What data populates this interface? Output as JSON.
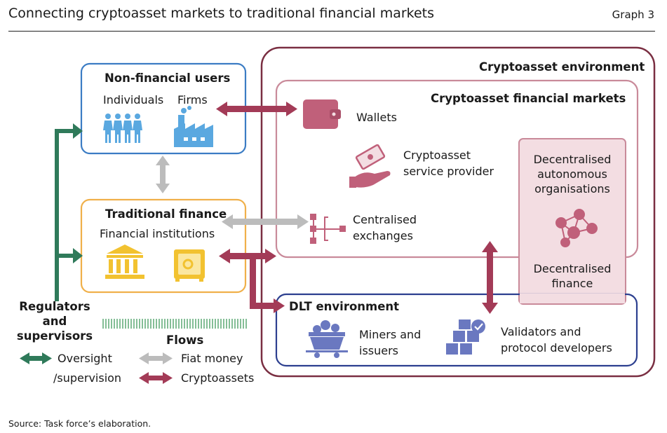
{
  "header": {
    "title": "Connecting cryptoasset markets to traditional financial markets",
    "graph_label": "Graph 3"
  },
  "non_financial": {
    "title": "Non-financial users",
    "individuals": "Individuals",
    "firms": "Firms"
  },
  "traditional": {
    "title": "Traditional finance",
    "subtitle": "Financial institutions"
  },
  "crypto_env": {
    "title": "Cryptoasset environment"
  },
  "crypto_markets": {
    "title": "Cryptoasset financial markets",
    "wallets": "Wallets",
    "csp_line1": "Cryptoasset",
    "csp_line2": "service provider",
    "exchanges_line1": "Centralised",
    "exchanges_line2": "exchanges"
  },
  "dao": {
    "line1": "Decentralised",
    "line2": "autonomous",
    "line3": "organisations",
    "defi_line1": "Decentralised",
    "defi_line2": "finance"
  },
  "dlt": {
    "title": "DLT environment",
    "miners_line1": "Miners and",
    "miners_line2": "issuers",
    "validators_line1": "Validators and",
    "validators_line2": "protocol developers"
  },
  "legend": {
    "regulators_line1": "Regulators",
    "regulators_line2": "and",
    "regulators_line3": "supervisors",
    "flows": "Flows",
    "oversight_line1": "Oversight",
    "oversight_line2": "/supervision",
    "fiat": "Fiat money",
    "crypto": "Cryptoassets"
  },
  "source": "Source: Task force’s elaboration.",
  "colors": {
    "blue": "#3b7cc4",
    "orange": "#f0b04a",
    "maroon": "#7a2f42",
    "pink": "#c98a9a",
    "pink_fill": "#f3dde2",
    "navy": "#2c3f8f",
    "green": "#2f7a5a",
    "grey_arrow": "#bcbcbc",
    "crypto_arrow": "#a33b57",
    "icon_blue": "#5aa8e0",
    "icon_gold": "#f2c230",
    "icon_rose": "#c0607a",
    "icon_navy": "#6a78c0"
  }
}
